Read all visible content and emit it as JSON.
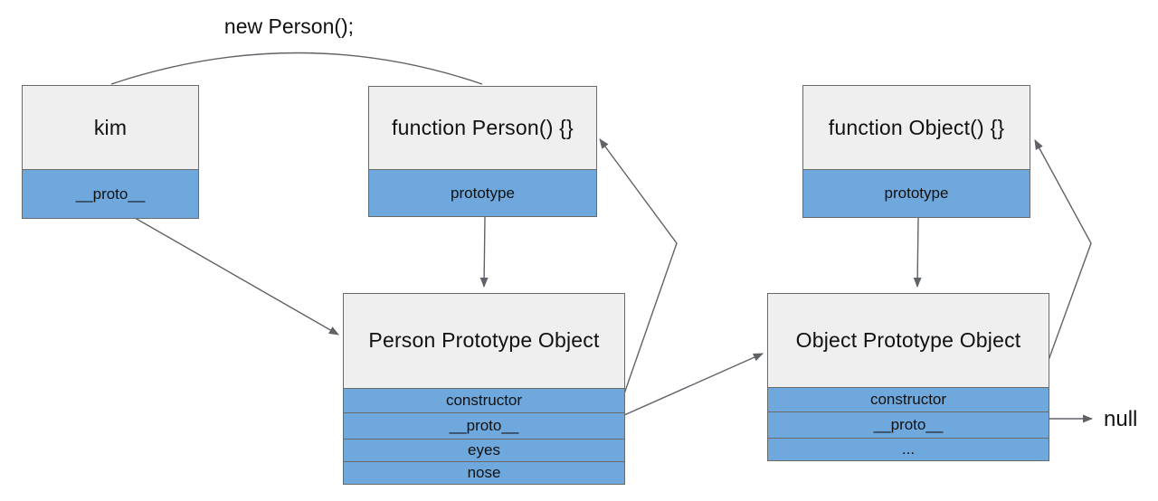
{
  "diagram": {
    "labels": {
      "new_person": "new Person();",
      "null": "null"
    },
    "boxes": {
      "kim": {
        "title": "kim",
        "rows": [
          "__proto__"
        ]
      },
      "function_person": {
        "title": "function Person() {}",
        "rows": [
          "prototype"
        ]
      },
      "function_object": {
        "title": "function Object() {}",
        "rows": [
          "prototype"
        ]
      },
      "person_prototype": {
        "title": "Person Prototype Object",
        "rows": [
          "constructor",
          "__proto__",
          "eyes",
          "nose"
        ]
      },
      "object_prototype": {
        "title": "Object Prototype Object",
        "rows": [
          "constructor",
          "__proto__",
          "..."
        ]
      }
    },
    "edges": [
      {
        "name": "new-person-arc",
        "from": "kim",
        "to": "function Person() {}",
        "arrowhead": false
      },
      {
        "name": "kim-proto-to-person-prototype",
        "from": "kim.__proto__",
        "to": "Person Prototype Object",
        "arrowhead": true
      },
      {
        "name": "person-prototype-property",
        "from": "function Person().prototype",
        "to": "Person Prototype Object",
        "arrowhead": true
      },
      {
        "name": "person-prototype-constructor",
        "from": "Person Prototype Object.constructor",
        "to": "function Person() {}",
        "arrowhead": true
      },
      {
        "name": "person-prototype-proto",
        "from": "Person Prototype Object.__proto__",
        "to": "Object Prototype Object",
        "arrowhead": true
      },
      {
        "name": "object-prototype-property",
        "from": "function Object().prototype",
        "to": "Object Prototype Object",
        "arrowhead": true
      },
      {
        "name": "object-prototype-constructor",
        "from": "Object Prototype Object.constructor",
        "to": "function Object() {}",
        "arrowhead": true
      },
      {
        "name": "object-proto-to-null",
        "from": "Object Prototype Object.__proto__",
        "to": "null",
        "arrowhead": true
      }
    ],
    "colors": {
      "header-fill": "#efefef",
      "row-fill": "#6fa8dc",
      "border": "#6a6a6a",
      "arrow": "#5f6368",
      "text": "#111111",
      "background": "#ffffff"
    }
  }
}
